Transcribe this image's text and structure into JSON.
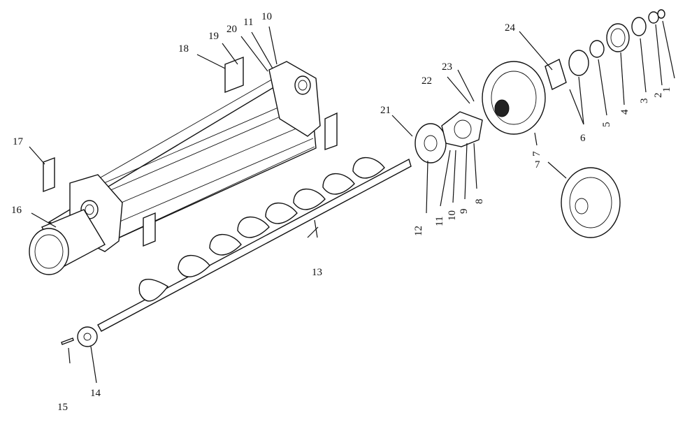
{
  "diagram": {
    "callouts": [
      {
        "id": "1",
        "text": "1"
      },
      {
        "id": "2",
        "text": "2"
      },
      {
        "id": "3",
        "text": "3"
      },
      {
        "id": "4",
        "text": "4"
      },
      {
        "id": "5",
        "text": "5"
      },
      {
        "id": "6",
        "text": "6"
      },
      {
        "id": "7a",
        "text": "7"
      },
      {
        "id": "7b",
        "text": "7"
      },
      {
        "id": "8",
        "text": "8"
      },
      {
        "id": "9",
        "text": "9"
      },
      {
        "id": "10a",
        "text": "10"
      },
      {
        "id": "10b",
        "text": "10"
      },
      {
        "id": "11a",
        "text": "11"
      },
      {
        "id": "11b",
        "text": "11"
      },
      {
        "id": "12",
        "text": "12"
      },
      {
        "id": "13",
        "text": "13"
      },
      {
        "id": "14",
        "text": "14"
      },
      {
        "id": "15",
        "text": "15"
      },
      {
        "id": "16",
        "text": "16"
      },
      {
        "id": "17",
        "text": "17"
      },
      {
        "id": "18",
        "text": "18"
      },
      {
        "id": "19",
        "text": "19"
      },
      {
        "id": "20",
        "text": "20"
      },
      {
        "id": "21",
        "text": "21"
      },
      {
        "id": "22",
        "text": "22"
      },
      {
        "id": "23",
        "text": "23"
      },
      {
        "id": "24",
        "text": "24"
      }
    ]
  }
}
